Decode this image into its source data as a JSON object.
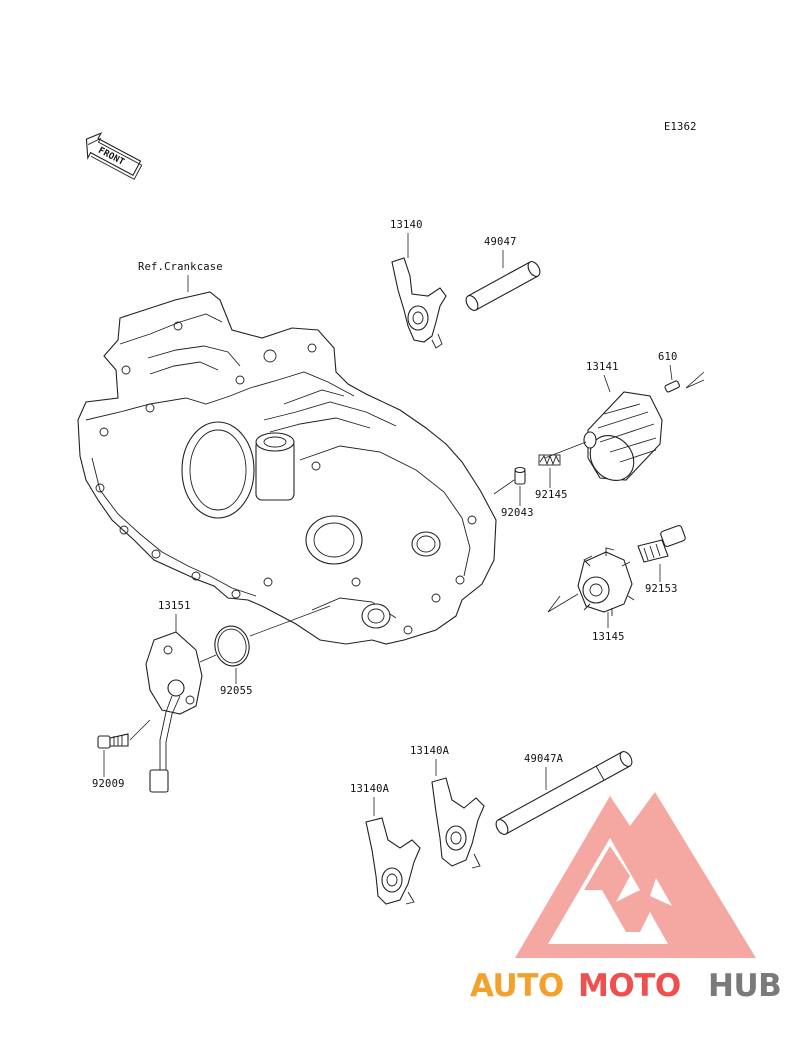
{
  "diagram_code": "E1362",
  "front_marker": "FRONT",
  "ref_label": "Ref.Crankcase",
  "labels": {
    "p13140": "13140",
    "p49047": "49047",
    "p13141": "13141",
    "p610": "610",
    "p92145": "92145",
    "p92043": "92043",
    "p92153": "92153",
    "p13145": "13145",
    "p13151": "13151",
    "p92055": "92055",
    "p92009": "92009",
    "p13140A_upper": "13140A",
    "p13140A_lower": "13140A",
    "p49047A": "49047A"
  },
  "watermark": {
    "part1": "AUTO",
    "part2": "MOTO",
    "part3": "HUB",
    "colors": {
      "auto": "#f3a12b",
      "moto": "#ef4f4f",
      "hub": "#7a7a7a",
      "triangle": "#f28b82"
    }
  }
}
